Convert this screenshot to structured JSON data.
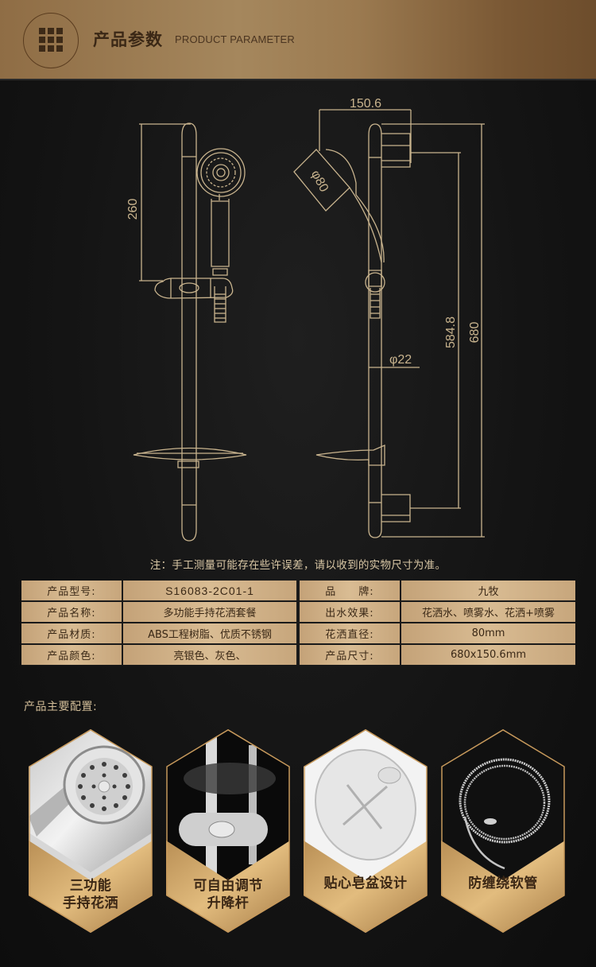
{
  "header": {
    "icon": "grid-menu-icon",
    "title_cn": "产品参数",
    "title_en": "PRODUCT PARAMETER",
    "colors": {
      "gold_light": "#a5875d",
      "gold_dark": "#6d4d2c",
      "text": "#3b2816"
    }
  },
  "drawing": {
    "front_view": {
      "dim_height": "260"
    },
    "side_view": {
      "dim_width": "150.6",
      "dim_head_diameter": "φ80",
      "dim_bar_diameter": "φ22",
      "dim_inner_length": "584.8",
      "dim_total_length": "680"
    },
    "line_color": "#c9b48e"
  },
  "note": "注：手工测量可能存在些许误差，请以收到的实物尺寸为准。",
  "specs": {
    "left": [
      {
        "label": "产品型号:",
        "value": "S16083-2C01-1"
      },
      {
        "label": "产品名称:",
        "value": "多功能手持花洒套餐"
      },
      {
        "label": "产品材质:",
        "value": "ABS工程树脂、优质不锈钢"
      },
      {
        "label": "产品颜色:",
        "value": "亮银色、灰色、"
      }
    ],
    "right": [
      {
        "label": "品　　牌:",
        "value": "九牧"
      },
      {
        "label": "出水效果:",
        "value": "花洒水、喷雾水、花洒+喷雾"
      },
      {
        "label": "花洒直径:",
        "value": "80mm"
      },
      {
        "label": "产品尺寸:",
        "value": "680x150.6mm"
      }
    ]
  },
  "config": {
    "title": "产品主要配置:",
    "items": [
      {
        "line1": "三功能",
        "line2": "手持花洒",
        "image": "handheld-shower-head-image",
        "bg": "light"
      },
      {
        "line1": "可自由调节",
        "line2": "升降杆",
        "image": "sliding-bar-bracket-image",
        "bg": "dark"
      },
      {
        "line1": "贴心皂盆设计",
        "line2": "",
        "image": "soap-dish-image",
        "bg": "white"
      },
      {
        "line1": "防缠绕软管",
        "line2": "",
        "image": "shower-hose-image",
        "bg": "dark"
      }
    ]
  }
}
